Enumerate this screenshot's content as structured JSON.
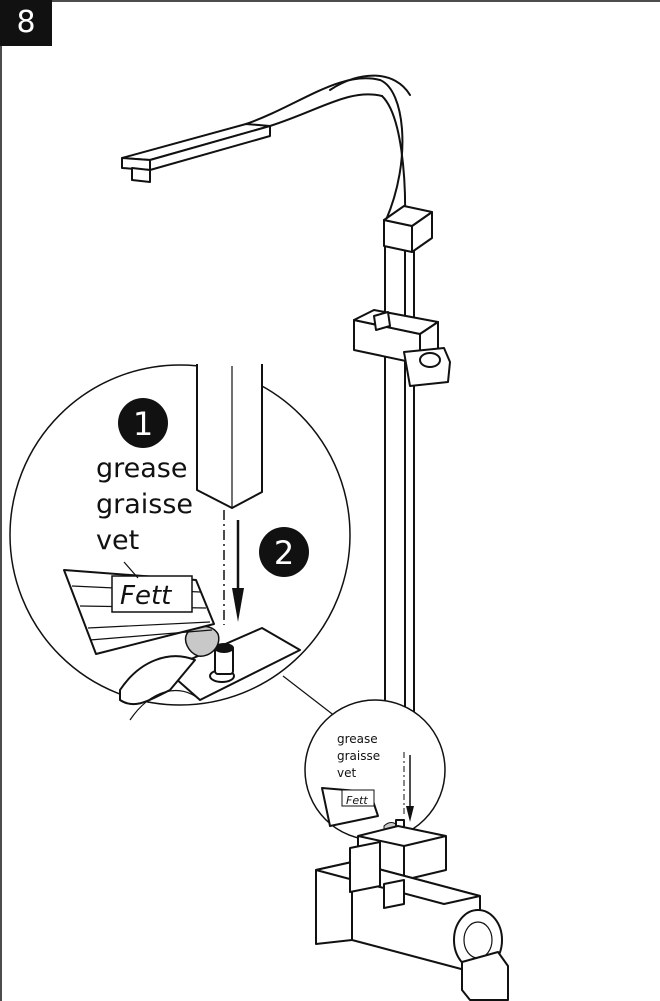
{
  "step": {
    "number": "8"
  },
  "callouts": {
    "marker1": "1",
    "marker2": "2"
  },
  "labels_large": {
    "grease": "grease",
    "graisse": "graisse",
    "vet": "vet",
    "fett": "Fett"
  },
  "labels_small": {
    "grease": "grease",
    "graisse": "graisse",
    "vet": "vet",
    "fett": "Fett"
  }
}
